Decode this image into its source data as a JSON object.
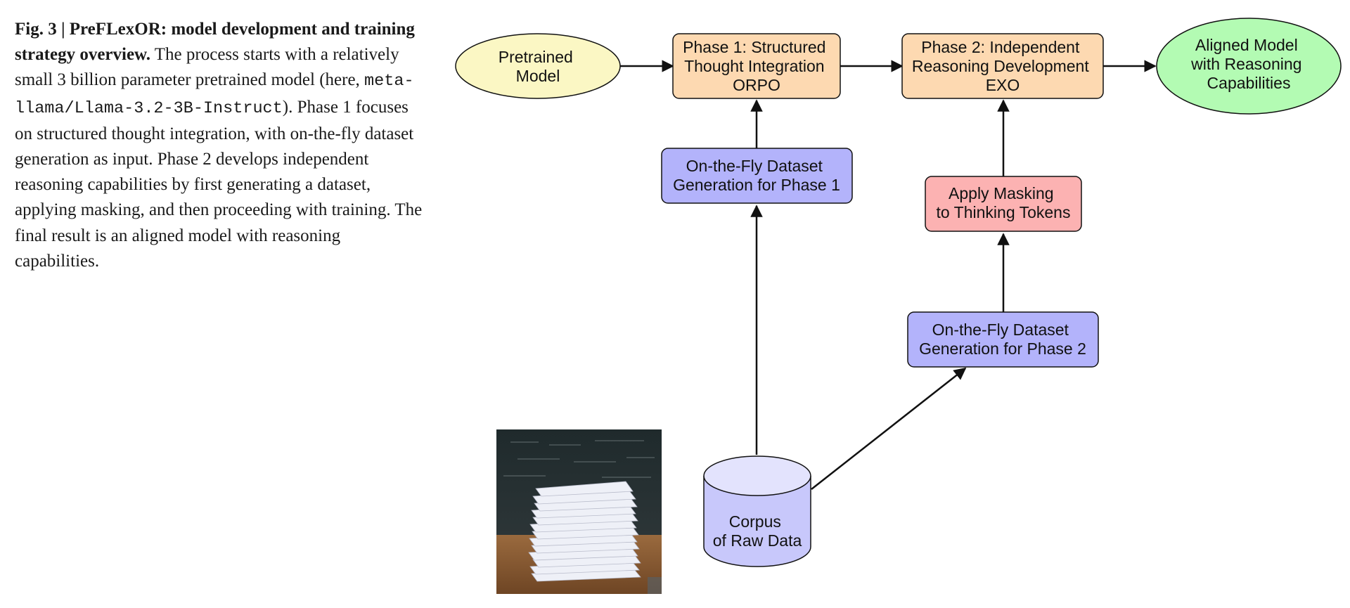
{
  "caption": {
    "title": "Fig. 3 | PreFLexOR: model development and training strategy overview.",
    "text_1": " The process starts with a relatively small 3 billion parameter pretrained model (here, ",
    "code": "meta-llama/Llama-3.2-3B-Instruct",
    "text_2": "). Phase 1 focuses on structured thought integration, with on-the-fly dataset generation as input. Phase 2 develops independent reasoning capabilities by first generating a dataset, applying masking, and then proceeding with training. The final result is an aligned model with reasoning capabilities."
  },
  "colors": {
    "pretrained_fill": "#fbf7c4",
    "phase_fill": "#fdd9b1",
    "dataset_fill": "#b3b3fb",
    "masking_fill": "#fcb2b2",
    "aligned_fill": "#b3fbb3",
    "corpus_fill": "#c8c8fb",
    "stroke": "#111111"
  },
  "nodes": {
    "pretrained_model": {
      "lines": [
        "Pretrained",
        "Model"
      ]
    },
    "phase1": {
      "lines": [
        "Phase 1: Structured",
        "Thought Integration",
        "ORPO"
      ]
    },
    "phase2": {
      "lines": [
        "Phase 2: Independent",
        "Reasoning Development",
        "EXO"
      ]
    },
    "aligned_model": {
      "lines": [
        "Aligned Model",
        "with Reasoning",
        "Capabilities"
      ]
    },
    "dataset_phase1": {
      "lines": [
        "On-the-Fly Dataset",
        "Generation for Phase 1"
      ]
    },
    "apply_masking": {
      "lines": [
        "Apply Masking",
        "to Thinking Tokens"
      ]
    },
    "dataset_phase2": {
      "lines": [
        "On-the-Fly Dataset",
        "Generation for Phase 2"
      ]
    },
    "corpus": {
      "lines": [
        "Corpus",
        "of Raw Data"
      ]
    }
  },
  "photo": {
    "icon": "paper-stack-photo"
  }
}
